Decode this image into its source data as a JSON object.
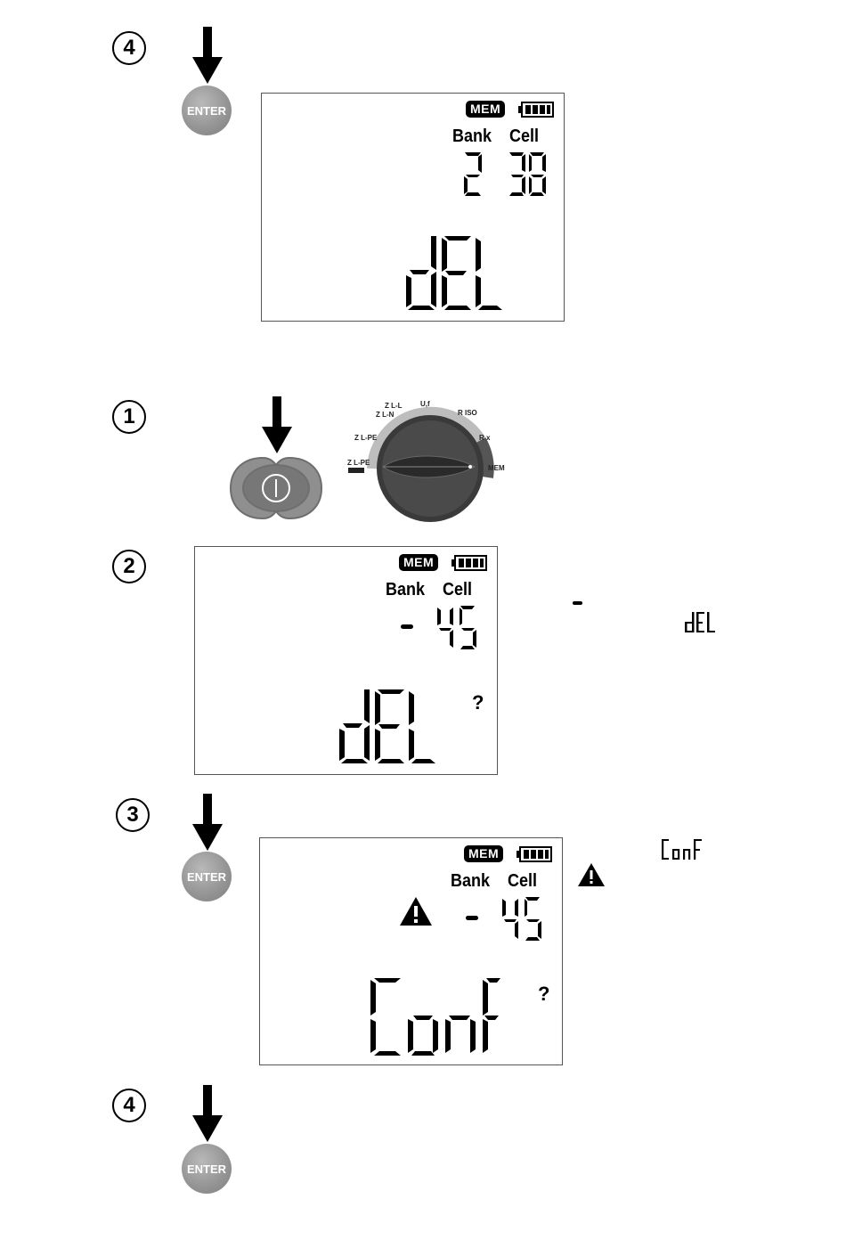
{
  "section_top": {
    "step": "4",
    "enter_label": "ENTER",
    "lcd": {
      "mem": "MEM",
      "bank_label": "Bank",
      "cell_label": "Cell",
      "bank_value": "2",
      "cell_value": "38",
      "main": "dEL"
    }
  },
  "section_bottom": {
    "step1": {
      "number": "1",
      "dial_labels": [
        "Z L-N",
        "Z L-L",
        "Z L-PE",
        "Z L-PE RCD",
        "U,f",
        "R ISO",
        "R x",
        "MEM"
      ]
    },
    "step2": {
      "number": "2",
      "lcd": {
        "mem": "MEM",
        "bank_label": "Bank",
        "cell_label": "Cell",
        "bank_value": "-",
        "cell_value": "45",
        "main": "dEL",
        "question": "?"
      },
      "side_dash": "-",
      "side_word": "dEL"
    },
    "step3": {
      "number": "3",
      "enter_label": "ENTER",
      "lcd": {
        "mem": "MEM",
        "bank_label": "Bank",
        "cell_label": "Cell",
        "bank_value": "-",
        "cell_value": "45",
        "main": "ConF",
        "question": "?"
      },
      "side_word": "ConF"
    },
    "step4": {
      "number": "4",
      "enter_label": "ENTER"
    }
  }
}
